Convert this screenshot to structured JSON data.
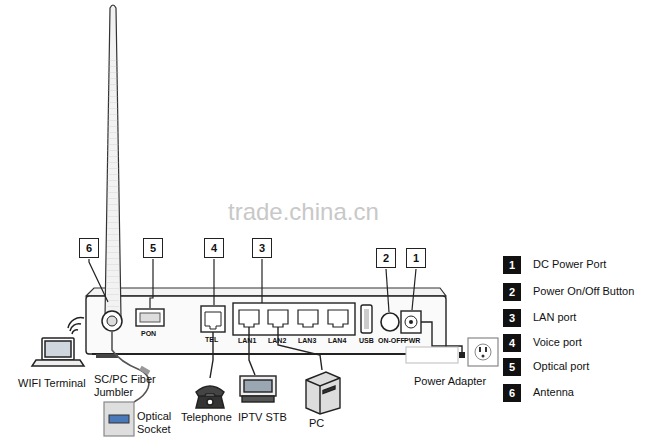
{
  "diagram": {
    "nodes": [
      {
        "text": [
          "6"
        ]
      },
      {
        "text": [
          "5"
        ]
      },
      {
        "text": [
          "4"
        ]
      },
      {
        "text": [
          "3"
        ]
      },
      {
        "text": [
          "2"
        ]
      },
      {
        "text": [
          "1"
        ]
      },
      {
        "text": [
          "1"
        ]
      },
      {
        "text": [
          "2"
        ]
      },
      {
        "text": [
          "3"
        ]
      },
      {
        "text": [
          "4"
        ]
      },
      {
        "text": [
          "5"
        ]
      },
      {
        "text": [
          "6"
        ]
      }
    ],
    "labels": [
      "trade.china.cn",
      "PON",
      "TEL",
      "LAN1",
      "LAN2",
      "LAN3",
      "LAN4",
      "USB",
      "ON-OFF",
      "PWR",
      "WIFI Terminal",
      "SC/PC Fiber Jumbler",
      "Optical Socket",
      "Telephone",
      "IPTV STB",
      "PC",
      "Power Adapter",
      "DC Power Port",
      "Power On/Off Button",
      "LAN port",
      "Voice port",
      "Optical port",
      "Antenna"
    ]
  }
}
